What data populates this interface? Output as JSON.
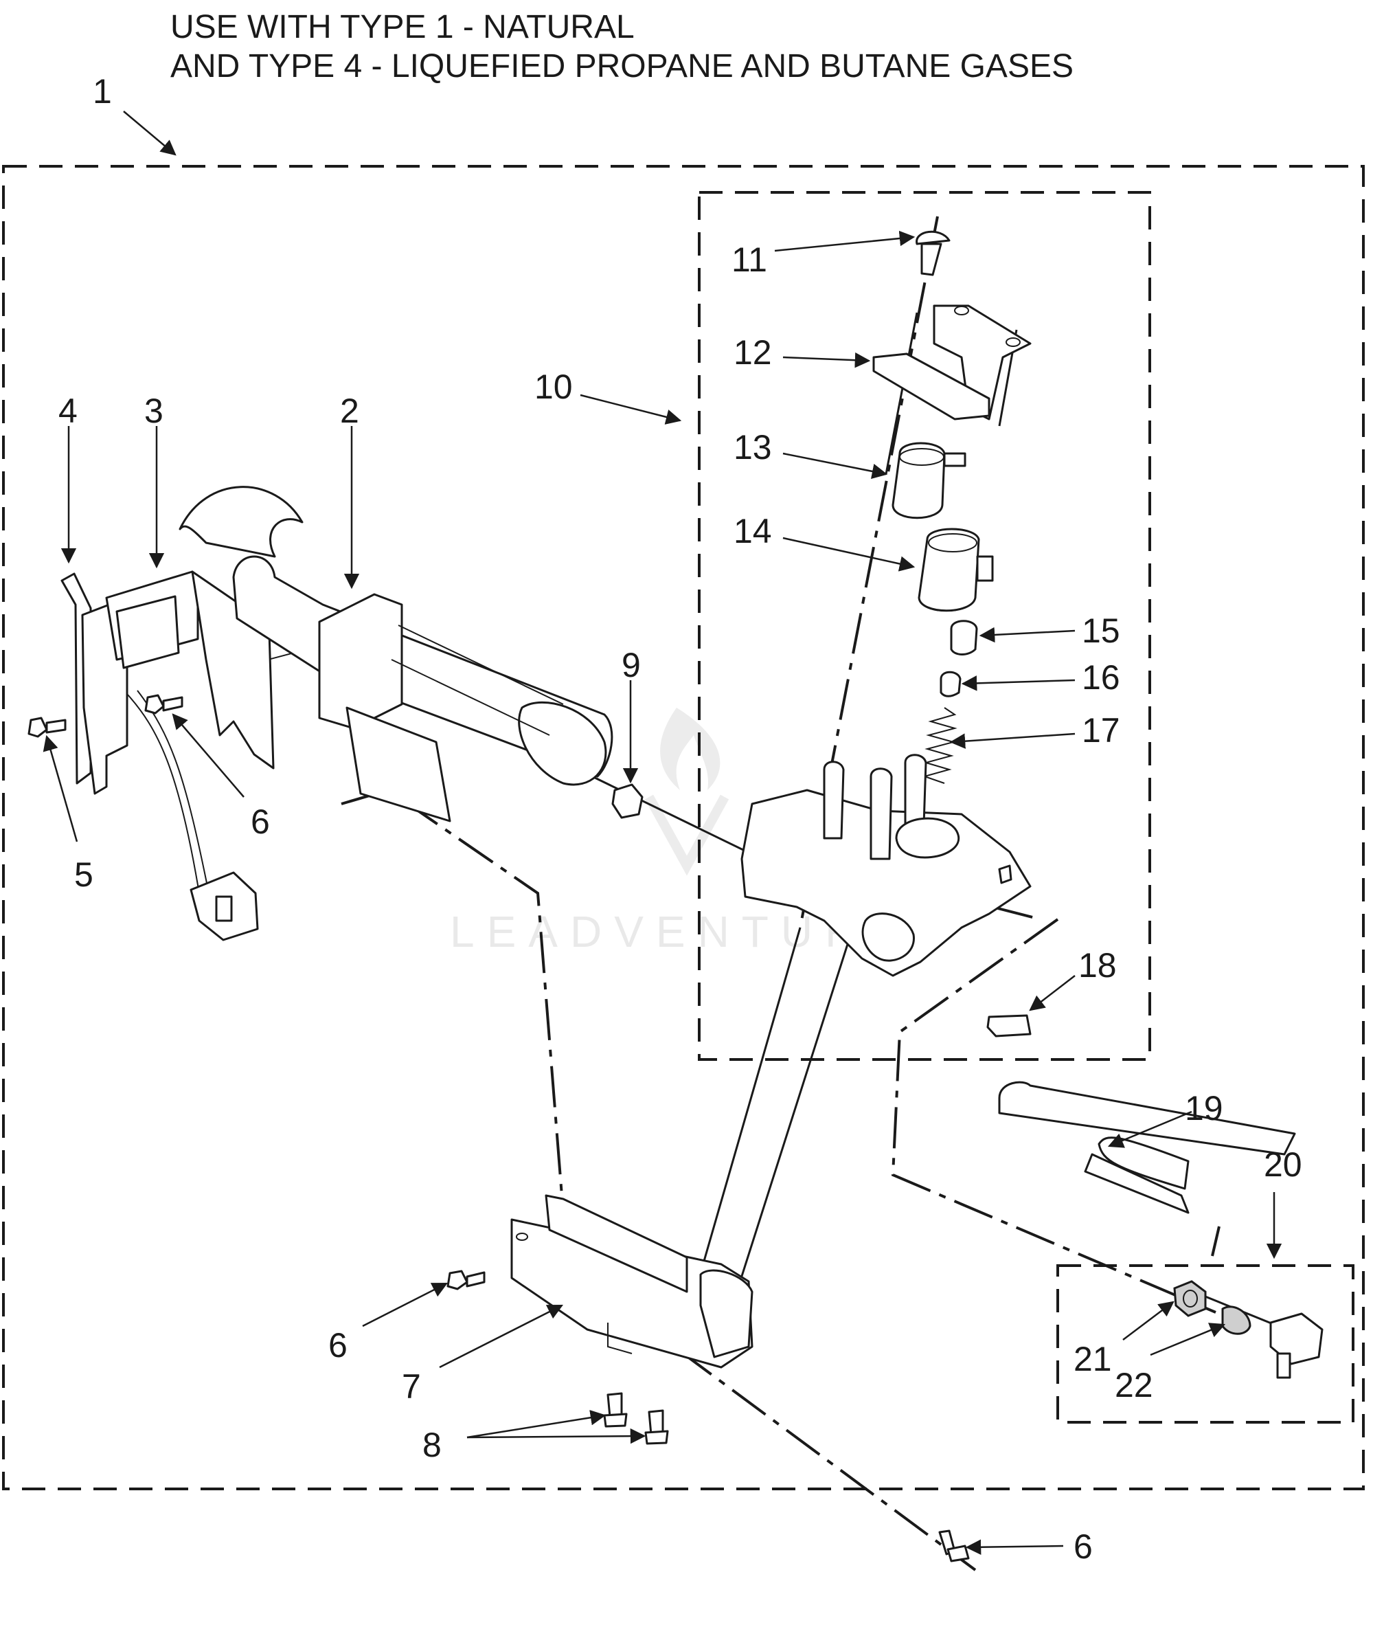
{
  "title": {
    "line1": "USE WITH TYPE 1 - NATURAL",
    "line2": "AND TYPE 4 - LIQUEFIED PROPANE AND BUTANE GASES"
  },
  "watermark": "LEADVENTURE",
  "callouts": {
    "c1": "1",
    "c2": "2",
    "c3": "3",
    "c4": "4",
    "c5": "5",
    "c6a": "6",
    "c6b": "6",
    "c6c": "6",
    "c7": "7",
    "c8": "8",
    "c9": "9",
    "c10": "10",
    "c11": "11",
    "c12": "12",
    "c13": "13",
    "c14": "14",
    "c15": "15",
    "c16": "16",
    "c17": "17",
    "c18": "18",
    "c19": "19",
    "c20": "20",
    "c21": "21",
    "c22": "22"
  },
  "colors": {
    "ink": "#1a1a1a",
    "background": "#ffffff",
    "watermark": "#e9e9e9"
  }
}
